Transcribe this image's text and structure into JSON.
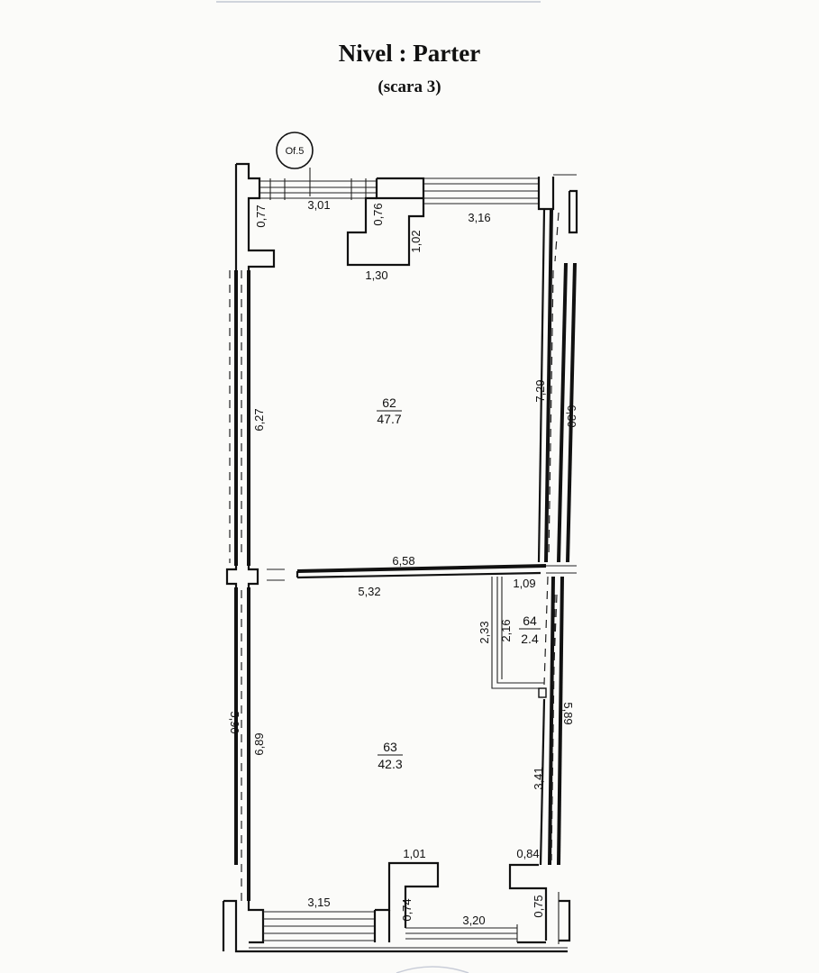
{
  "header": {
    "title": "Nivel : Parter",
    "subtitle": "(scara 3)"
  },
  "marker": {
    "label": "Of.5"
  },
  "rooms": [
    {
      "number": "62",
      "area": "47.7"
    },
    {
      "number": "63",
      "area": "42.3"
    },
    {
      "number": "64",
      "area": "2.4"
    }
  ],
  "dimensions": {
    "top_window": "3,01",
    "top_left_pier": "0,77",
    "top_recess_side": "0,76",
    "top_recess_depth": "1,02",
    "top_recess_width": "1,30",
    "top_right_window": "3,16",
    "left_wall_upper": "6,27",
    "right_wall_upper": "7,29",
    "right_outer_upper": "6,30",
    "divider_length": "6,58",
    "divider_lower": "5,32",
    "closet_width": "1,09",
    "closet_height_outer": "2,33",
    "closet_height_inner": "2,16",
    "left_wall_lower": "6,89",
    "left_outer_lower": "5,90",
    "right_wall_lower": "3,41",
    "right_outer_lower": "5,89",
    "bottom_recess_width": "1,01",
    "bottom_right_pier": "0,84",
    "bottom_left_window": "3,15",
    "bottom_recess_depth": "0,74",
    "bottom_window": "3,20",
    "bottom_right_side": "0,75"
  }
}
